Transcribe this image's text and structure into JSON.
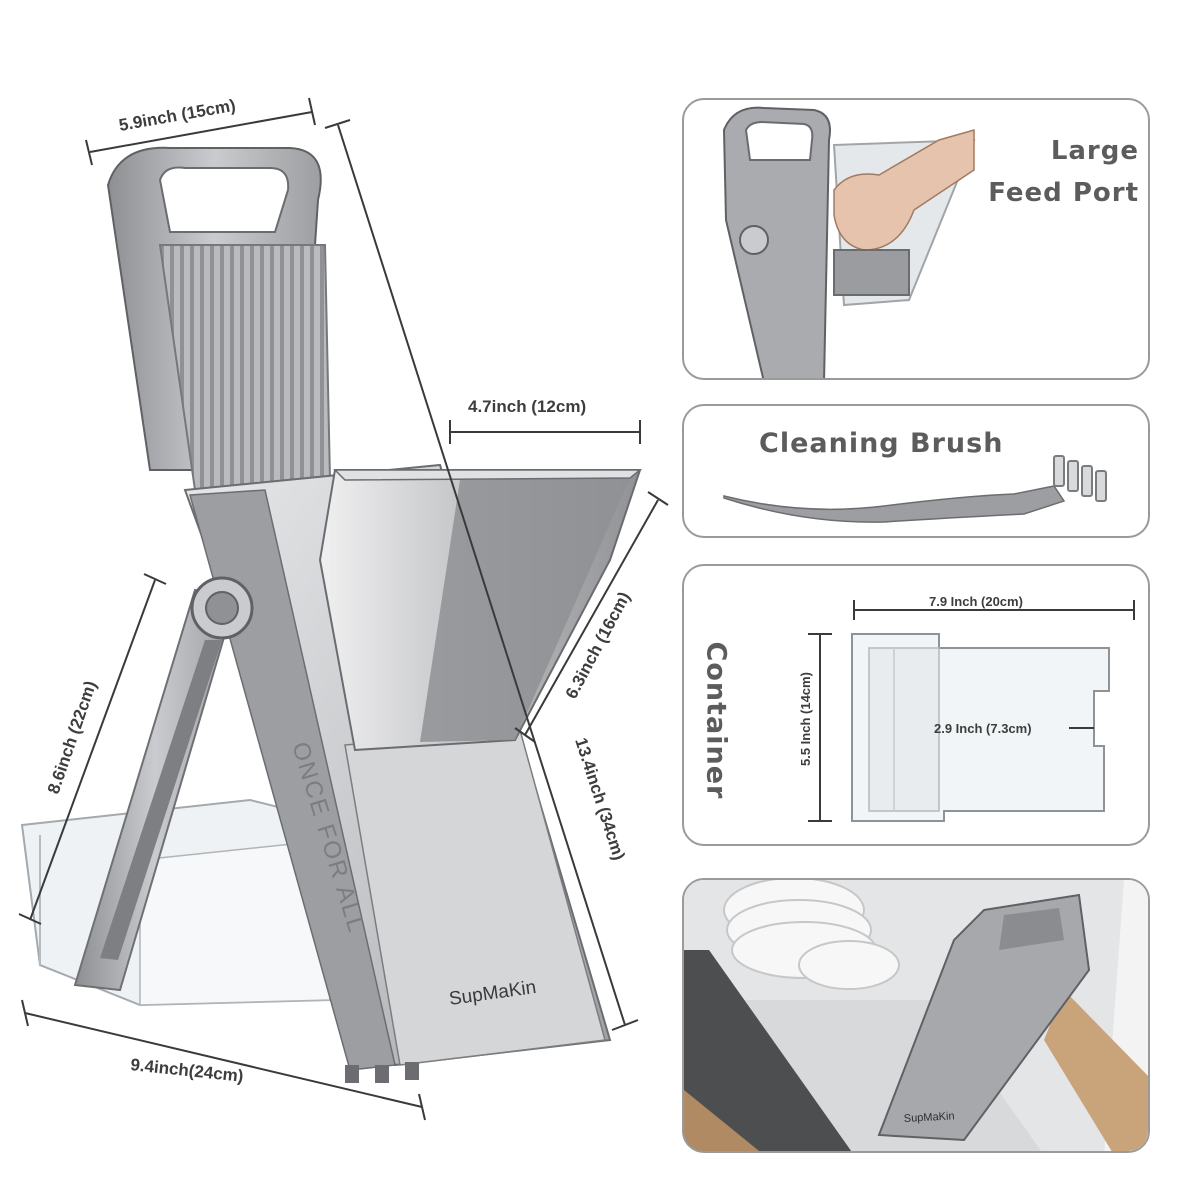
{
  "main_product": {
    "brand": "SupMaKin",
    "side_engraving": "ONCE FOR ALL",
    "dimensions": {
      "handle_width": "5.9inch (15cm)",
      "total_height": "13.4inch (34cm)",
      "chute_width": "4.7inch (12cm)",
      "chute_height": "6.3inch (16cm)",
      "leg_length": "8.6inch (22cm)",
      "base_length": "9.4inch(24cm)"
    }
  },
  "panels": {
    "feed_port": {
      "label_line1": "Large",
      "label_line2": "Feed Port"
    },
    "brush": {
      "label": "Cleaning Brush"
    },
    "container": {
      "label": "Container",
      "width_dim": "7.9 Inch (20cm)",
      "height_dim": "5.5 Inch (14cm)",
      "inner_dim": "2.9 Inch (7.3cm)"
    },
    "storage": {
      "brand": "SupMaKin"
    }
  },
  "colors": {
    "body_silver": "#a9abae",
    "body_dark": "#707275",
    "panel_border": "#9a9a9a",
    "label_text": "#5c5c5c",
    "dimension_text": "#3d3d3d"
  }
}
